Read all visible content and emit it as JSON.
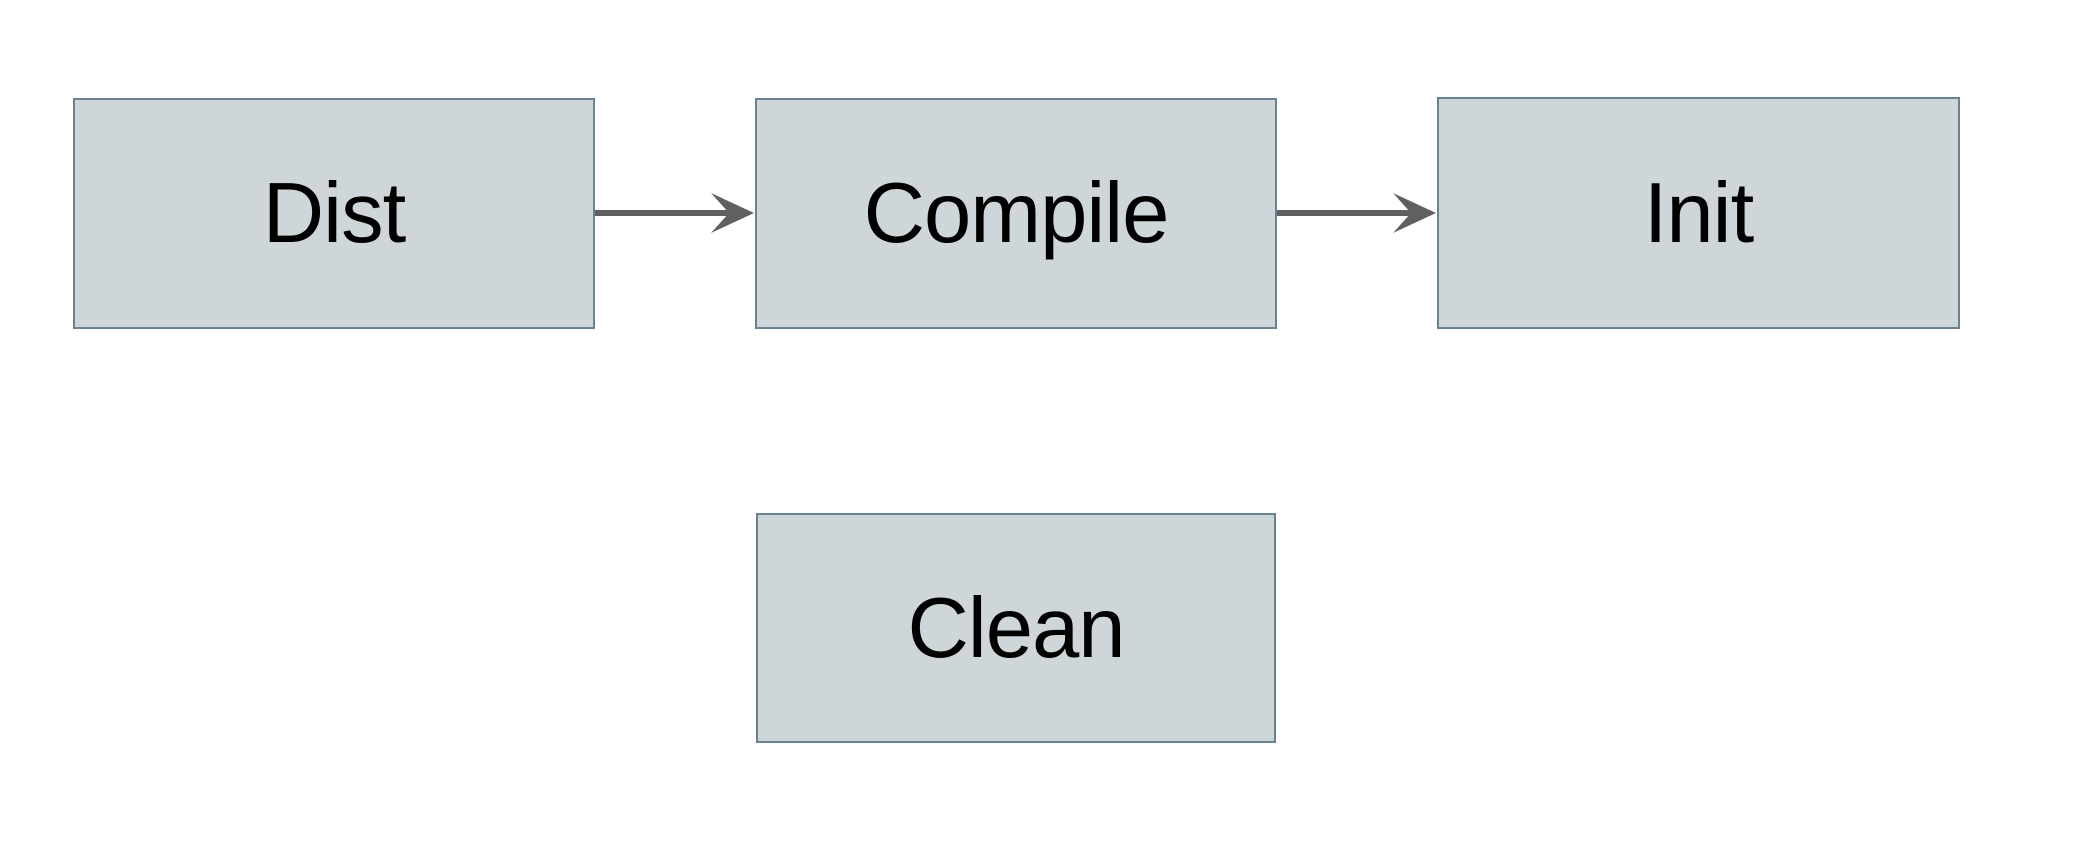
{
  "theme": {
    "background": "#ffffff",
    "node_fill": "#ced6d9",
    "node_border": "#68828f",
    "arrow": "#5f6062",
    "text": "#000000"
  },
  "diagram": {
    "type": "flowchart",
    "nodes": [
      {
        "id": "dist",
        "label": "Dist"
      },
      {
        "id": "compile",
        "label": "Compile"
      },
      {
        "id": "init",
        "label": "Init"
      },
      {
        "id": "clean",
        "label": "Clean"
      }
    ],
    "connectors": [
      {
        "from": "dist",
        "to": "compile",
        "style": "arrow-right"
      },
      {
        "from": "compile",
        "to": "init",
        "style": "arrow-right"
      }
    ]
  }
}
